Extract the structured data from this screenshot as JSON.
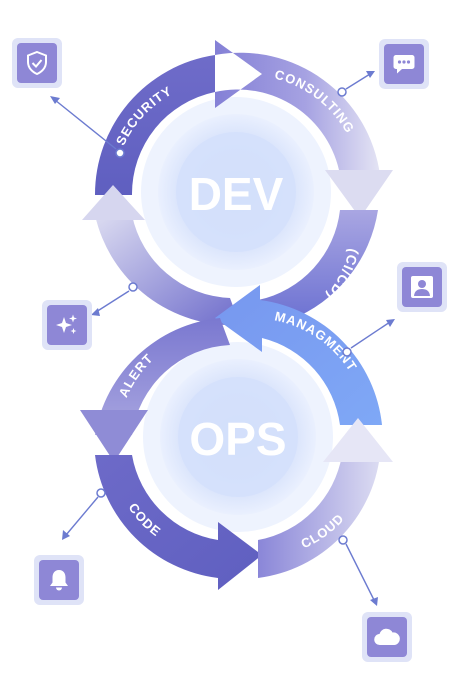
{
  "loop": {
    "top_label": "DEV",
    "bottom_label": "OPS"
  },
  "segments": {
    "security": "SECURITY",
    "consulting": "CONSULTING",
    "cicd": "(CI/CD)",
    "ai": "AI",
    "managment": "MANAGMENT",
    "alert": "ALERT",
    "code": "CODE",
    "cloud": "CLOUD"
  },
  "icons": {
    "security": "shield-check-icon",
    "consulting": "chat-bubble-icon",
    "ai": "sparkles-icon",
    "managment": "user-icon",
    "alert": "bell-icon",
    "cloud": "cloud-icon"
  },
  "colors": {
    "ring_dark": "#6f6cc9",
    "ring_mid": "#9a95dd",
    "ring_light": "#d9dbf2",
    "managment_blue": "#7aa2f4",
    "hub_fill": "#dde6fb",
    "hub_text": "#ffffff",
    "icon_tile": "#8e87d6",
    "icon_frame": "#dfe3f7",
    "connector": "#6c7bd0"
  }
}
